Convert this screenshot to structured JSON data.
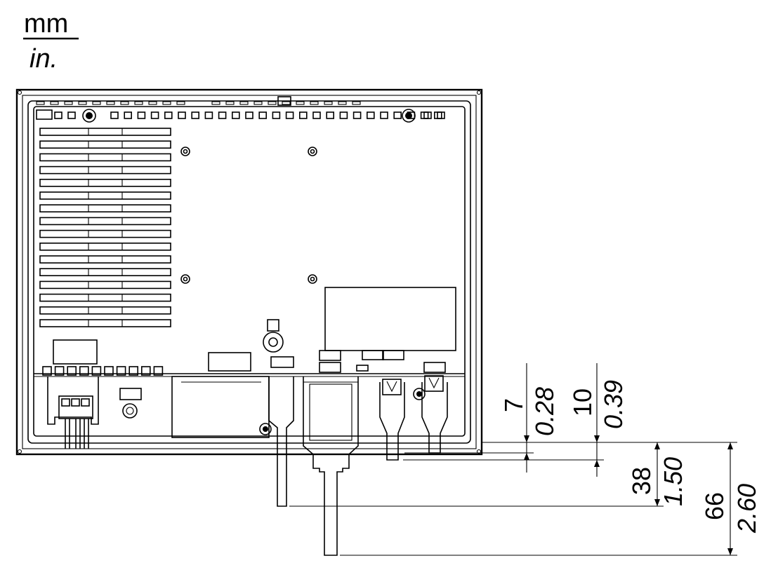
{
  "units": {
    "metric": "mm",
    "imperial": "in."
  },
  "dimensions": [
    {
      "mm": "7",
      "in": "0.28"
    },
    {
      "mm": "10",
      "in": "0.39"
    },
    {
      "mm": "38",
      "in": "1.50"
    },
    {
      "mm": "66",
      "in": "2.60"
    }
  ],
  "colors": {
    "ink": "#000000",
    "paper": "#ffffff"
  }
}
